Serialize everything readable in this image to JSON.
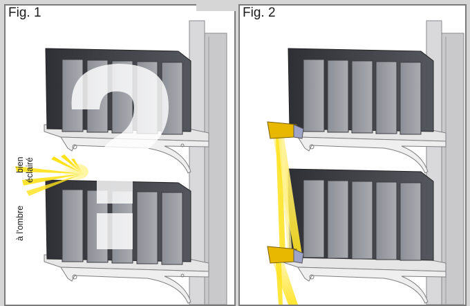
{
  "figures": [
    {
      "label": "Fig. 1",
      "annotations": {
        "lit": "bien",
        "lit2": "éclairé",
        "shade": "à l'ombre"
      }
    },
    {
      "label": "Fig. 2"
    }
  ],
  "colors": {
    "binder_dark": "#3a3b40",
    "binder_face": "#9a9ca3",
    "shelf": "#e2e2e2",
    "upright": "#c9c9cb",
    "light": "#ffe21a",
    "lamp": "#e8b800",
    "question_mark": "#ffffff"
  },
  "icons": [
    "question-mark-icon",
    "lamp-icon"
  ]
}
